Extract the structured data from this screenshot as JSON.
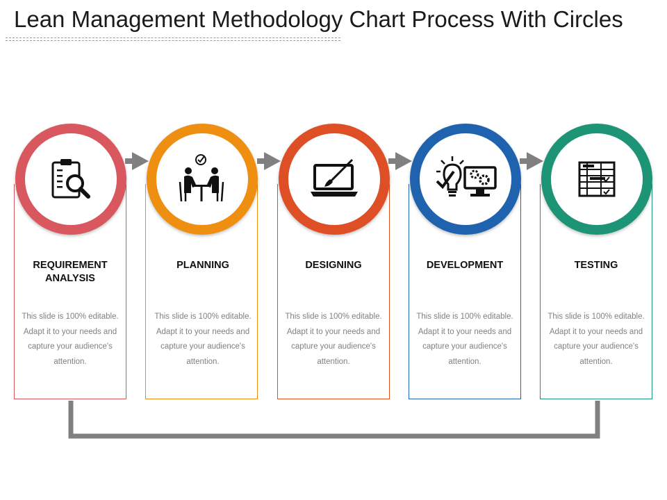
{
  "title": "Lean Management Methodology Chart Process With Circles",
  "steps": [
    {
      "title": "REQUIREMENT ANALYSIS",
      "description": "This slide is 100% editable. Adapt it to your needs and capture your audience's attention.",
      "color": "#D9585F",
      "icon": "clipboard-search-icon"
    },
    {
      "title": "PLANNING",
      "description": "This slide is 100% editable. Adapt it to your needs and capture your audience's attention.",
      "color": "#EE8F12",
      "icon": "meeting-people-icon"
    },
    {
      "title": "DESIGNING",
      "description": "This slide is 100% editable. Adapt it to your needs and capture your audience's attention.",
      "color": "#DE4F26",
      "icon": "laptop-brush-icon"
    },
    {
      "title": "DEVELOPMENT",
      "description": "This slide is 100% editable. Adapt it to your needs and capture your audience's attention.",
      "color": "#1F63AE",
      "icon": "idea-gears-monitor-icon"
    },
    {
      "title": "TESTING",
      "description": "This slide is 100% editable. Adapt it to your needs and capture your audience's attention.",
      "color": "#1E9477",
      "icon": "checklist-table-icon"
    }
  ],
  "connector_color": "#808080"
}
